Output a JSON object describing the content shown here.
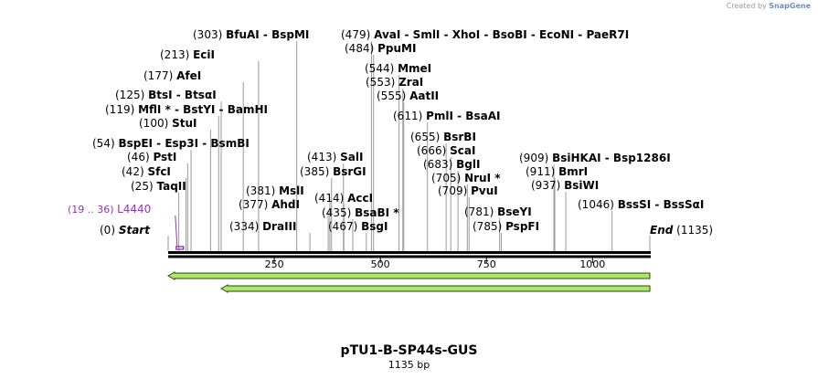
{
  "credit": {
    "prefix": "Created by",
    "brand": "SnapGene"
  },
  "plasmid": {
    "name": "pTU1-B-SP44s-GUS",
    "length_label": "1135 bp",
    "length": 1135
  },
  "ruler": {
    "ticks": [
      "250",
      "500",
      "750",
      "1000"
    ]
  },
  "markers": [
    {
      "id": "start",
      "pos_label": "(0)",
      "name": "Start",
      "bp": 0
    },
    {
      "id": "end",
      "pos_label": "(1135)",
      "name": "End",
      "bp": 1135
    }
  ],
  "feature": {
    "name": "L4440",
    "range_label": "(19 .. 36)",
    "start": 19,
    "end": 36,
    "color": "#9b30c8"
  },
  "sites": [
    {
      "pos_label": "(25)",
      "names": "TaqII",
      "bp": 25
    },
    {
      "pos_label": "(42)",
      "names": "SfcI",
      "bp": 42
    },
    {
      "pos_label": "(46)",
      "names": "PstI",
      "bp": 46
    },
    {
      "pos_label": "(54)",
      "names": "BspEI - Esp3I - BsmBI",
      "bp": 54
    },
    {
      "pos_label": "(100)",
      "names": "StuI",
      "bp": 100
    },
    {
      "pos_label": "(119)",
      "names": "MflI * - BstYI - BamHI",
      "bp": 119
    },
    {
      "pos_label": "(125)",
      "names": "BtsI - BtsαI",
      "bp": 125
    },
    {
      "pos_label": "(177)",
      "names": "AfeI",
      "bp": 177
    },
    {
      "pos_label": "(213)",
      "names": "EciI",
      "bp": 213
    },
    {
      "pos_label": "(303)",
      "names": "BfuAI - BspMI",
      "bp": 303
    },
    {
      "pos_label": "(334)",
      "names": "DraIII",
      "bp": 334
    },
    {
      "pos_label": "(377)",
      "names": "AhdI",
      "bp": 377
    },
    {
      "pos_label": "(381)",
      "names": "MslI",
      "bp": 381
    },
    {
      "pos_label": "(385)",
      "names": "BsrGI",
      "bp": 385
    },
    {
      "pos_label": "(413)",
      "names": "SalI",
      "bp": 413
    },
    {
      "pos_label": "(414)",
      "names": "AccI",
      "bp": 414
    },
    {
      "pos_label": "(435)",
      "names": "BsaBI *",
      "bp": 435
    },
    {
      "pos_label": "(467)",
      "names": "BsgI",
      "bp": 467
    },
    {
      "pos_label": "(479)",
      "names": "AvaI - SmlI - XhoI - BsoBI - EcoNI - PaeR7I",
      "bp": 479
    },
    {
      "pos_label": "(484)",
      "names": "PpuMI",
      "bp": 484
    },
    {
      "pos_label": "(544)",
      "names": "MmeI",
      "bp": 544
    },
    {
      "pos_label": "(553)",
      "names": "ZraI",
      "bp": 553
    },
    {
      "pos_label": "(555)",
      "names": "AatII",
      "bp": 555
    },
    {
      "pos_label": "(611)",
      "names": "PmlI - BsaAI",
      "bp": 611
    },
    {
      "pos_label": "(655)",
      "names": "BsrBI",
      "bp": 655
    },
    {
      "pos_label": "(666)",
      "names": "ScaI",
      "bp": 666
    },
    {
      "pos_label": "(683)",
      "names": "BglI",
      "bp": 683
    },
    {
      "pos_label": "(705)",
      "names": "NruI *",
      "bp": 705
    },
    {
      "pos_label": "(709)",
      "names": "PvuI",
      "bp": 709
    },
    {
      "pos_label": "(781)",
      "names": "BseYI",
      "bp": 781
    },
    {
      "pos_label": "(785)",
      "names": "PspFI",
      "bp": 785
    },
    {
      "pos_label": "(909)",
      "names": "BsiHKAI - Bsp1286I",
      "bp": 909
    },
    {
      "pos_label": "(911)",
      "names": "BmrI",
      "bp": 911
    },
    {
      "pos_label": "(937)",
      "names": "BsiWI",
      "bp": 937
    },
    {
      "pos_label": "(1046)",
      "names": "BssSI - BssSαI",
      "bp": 1046
    }
  ],
  "orfs": [
    {
      "start": 0,
      "end": 1135,
      "direction": "reverse"
    },
    {
      "start": 125,
      "end": 1135,
      "direction": "reverse"
    }
  ],
  "colors": {
    "orf_fill": "#aee66a",
    "orf_stroke": "#2a4a10",
    "feature": "#9b30c8",
    "backbone": "#000000"
  }
}
